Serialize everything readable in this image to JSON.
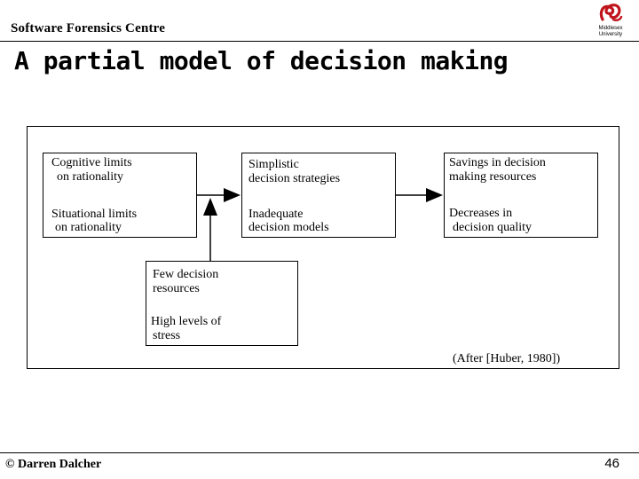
{
  "header": {
    "org": "Software Forensics Centre",
    "logo_text": [
      "Middlesex",
      "University"
    ]
  },
  "slide": {
    "title": "A partial model of decision making"
  },
  "diagram": {
    "box_limits": {
      "line1": "Cognitive limits",
      "line2": "on rationality",
      "line3": "Situational limits",
      "line4": "on rationality"
    },
    "box_strategies": {
      "line1": "Simplistic",
      "line2": "decision strategies",
      "line3": "Inadequate",
      "line4": "decision models"
    },
    "box_outcomes": {
      "line1": "Savings in decision",
      "line2": "making resources",
      "line3": "Decreases in",
      "line4": "decision quality"
    },
    "box_resources": {
      "line1": "Few decision",
      "line2": "resources",
      "line3": "High levels of",
      "line4": "stress"
    },
    "citation": "(After [Huber, 1980])"
  },
  "footer": {
    "author": "© Darren Dalcher",
    "page": "46"
  }
}
